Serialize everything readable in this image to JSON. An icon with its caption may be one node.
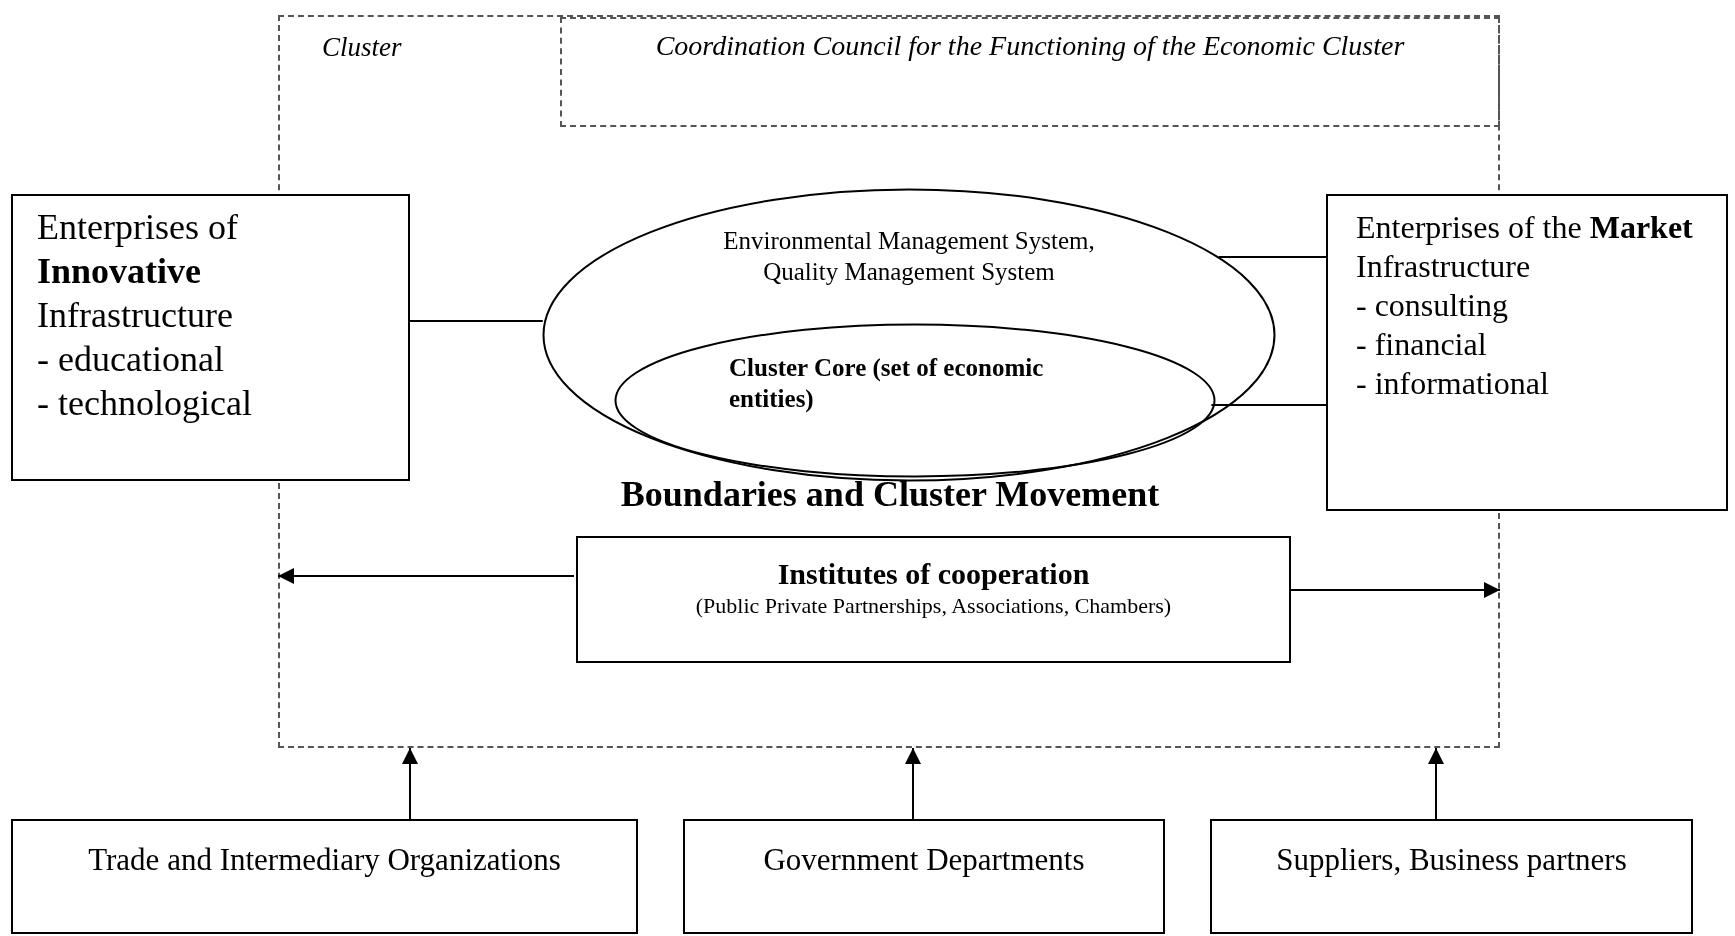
{
  "diagram": {
    "nodes": [
      {
        "text": [
          "Cluster"
        ]
      },
      {
        "text": [
          "Coordination Council for the Functioning of the Economic Cluster"
        ],
        "in": 0
      },
      {
        "text": [
          "Enterprises of **Innovative** Infrastructure",
          "- educational",
          "- technological"
        ]
      },
      {
        "text": [
          "Environmental Management System, Quality Management System"
        ],
        "in": 0
      },
      {
        "text": [
          "Cluster Core (set of economic entities)"
        ],
        "in": 3
      },
      {
        "text": [
          "Enterprises of the **Market** Infrastructure",
          "- consulting",
          "- financial",
          "- informational"
        ]
      },
      {
        "text": [
          "Institutes of cooperation",
          "(Public Private Partnerships, Associations, Chambers)"
        ],
        "in": 0
      },
      {
        "text": [
          "Trade and Intermediary Organizations"
        ]
      },
      {
        "text": [
          "Government Departments"
        ]
      },
      {
        "text": [
          "Suppliers, Business partners"
        ]
      }
    ],
    "edges": [
      {
        "from": 2,
        "to": 3,
        "arrow": "none"
      },
      {
        "from": 5,
        "to": 3,
        "arrow": "none"
      },
      {
        "from": 5,
        "to": 4,
        "arrow": "none"
      },
      {
        "from": 6,
        "to": 0,
        "arrow": "to"
      },
      {
        "from": 6,
        "to": 0,
        "arrow": "to"
      },
      {
        "from": 7,
        "to": 0,
        "arrow": "to"
      },
      {
        "from": 8,
        "to": 0,
        "arrow": "to"
      },
      {
        "from": 9,
        "to": 0,
        "arrow": "to"
      }
    ],
    "labels": [
      "Boundaries and Cluster Movement"
    ]
  }
}
